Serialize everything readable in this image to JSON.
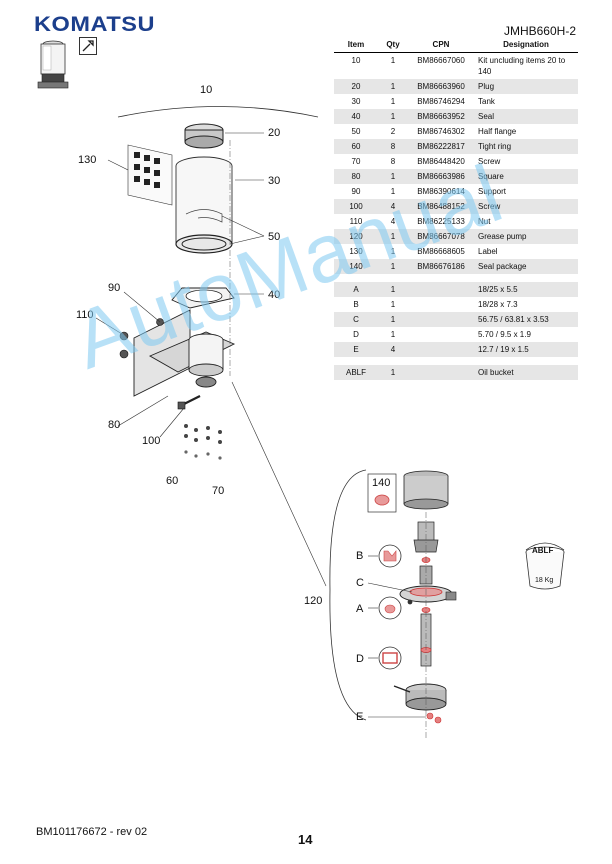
{
  "header": {
    "brand": "KOMATSU",
    "doc_id": "JMHB660H-2"
  },
  "parts_table": {
    "headers": [
      "Item",
      "Qty",
      "CPN",
      "Designation"
    ],
    "rows": [
      {
        "item": "10",
        "qty": "1",
        "cpn": "BM86667060",
        "designation": "Kit uncluding items 20 to 140"
      },
      {
        "item": "20",
        "qty": "1",
        "cpn": "BM86663960",
        "designation": "Plug"
      },
      {
        "item": "30",
        "qty": "1",
        "cpn": "BM86746294",
        "designation": "Tank"
      },
      {
        "item": "40",
        "qty": "1",
        "cpn": "BM86663952",
        "designation": "Seal"
      },
      {
        "item": "50",
        "qty": "2",
        "cpn": "BM86746302",
        "designation": "Half flange"
      },
      {
        "item": "60",
        "qty": "8",
        "cpn": "BM86222817",
        "designation": "Tight ring"
      },
      {
        "item": "70",
        "qty": "8",
        "cpn": "BM86448420",
        "designation": "Screw"
      },
      {
        "item": "80",
        "qty": "1",
        "cpn": "BM86663986",
        "designation": "Square"
      },
      {
        "item": "90",
        "qty": "1",
        "cpn": "BM86390614",
        "designation": "Support"
      },
      {
        "item": "100",
        "qty": "4",
        "cpn": "BM86488152",
        "designation": "Screw"
      },
      {
        "item": "110",
        "qty": "4",
        "cpn": "BM86225133",
        "designation": "Nut"
      },
      {
        "item": "120",
        "qty": "1",
        "cpn": "BM86667078",
        "designation": "Grease pump"
      },
      {
        "item": "130",
        "qty": "1",
        "cpn": "BM86668605",
        "designation": "Label"
      },
      {
        "item": "140",
        "qty": "1",
        "cpn": "BM86676186",
        "designation": "Seal package"
      }
    ],
    "seal_rows": [
      {
        "item": "A",
        "qty": "1",
        "cpn": "",
        "designation": "18/25 x 5.5"
      },
      {
        "item": "B",
        "qty": "1",
        "cpn": "",
        "designation": "18/28 x 7.3"
      },
      {
        "item": "C",
        "qty": "1",
        "cpn": "",
        "designation": "56.75 / 63.81 x 3.53"
      },
      {
        "item": "D",
        "qty": "1",
        "cpn": "",
        "designation": "5.70 / 9.5 x 1.9"
      },
      {
        "item": "E",
        "qty": "4",
        "cpn": "",
        "designation": "12.7 / 19 x 1.5"
      }
    ],
    "extra_rows": [
      {
        "item": "ABLF",
        "qty": "1",
        "cpn": "",
        "designation": "Oil bucket"
      }
    ]
  },
  "diagram": {
    "callout_10": "10",
    "callout_20": "20",
    "callout_30": "30",
    "callout_40": "40",
    "callout_50": "50",
    "callout_60": "60",
    "callout_70": "70",
    "callout_80": "80",
    "callout_90": "90",
    "callout_100": "100",
    "callout_110": "110",
    "callout_120": "120",
    "callout_130": "130",
    "callout_140": "140",
    "callout_a": "A",
    "callout_b": "B",
    "callout_c": "C",
    "callout_d": "D",
    "callout_e": "E",
    "bucket_label": "ABLF",
    "bucket_weight": "18 Kg"
  },
  "watermark": "AutoManual",
  "footer": {
    "doc_code": "BM101176672 - rev 02",
    "page_number": "14"
  }
}
